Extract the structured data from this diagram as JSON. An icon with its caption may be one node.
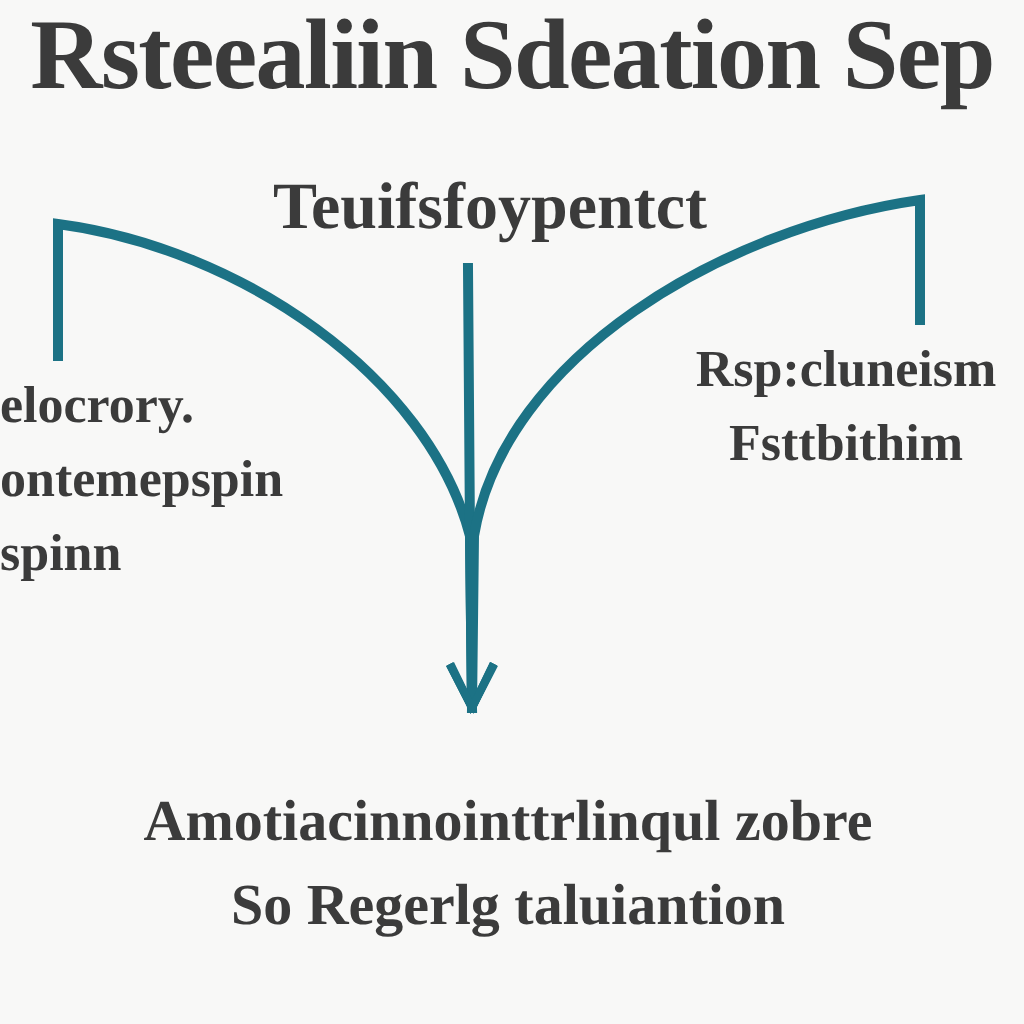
{
  "diagram": {
    "title": "Rsteealiin Sdeation Sep",
    "nodes": [
      {
        "text": [
          "Teuifsfoypentct"
        ]
      },
      {
        "text": [
          "elocrory. ontemepspin spinn"
        ]
      },
      {
        "text": [
          "Rsp:cluneism Fsttbithim"
        ]
      },
      {
        "text": [
          "Amotiacinnointtrlinqul zobre So Regerlg taluiantion"
        ]
      }
    ],
    "edges": [
      {
        "from": 1,
        "to": 3,
        "arrow": "to"
      },
      {
        "from": 0,
        "to": 3,
        "arrow": "to"
      },
      {
        "from": 2,
        "to": 3,
        "arrow": "to"
      }
    ]
  }
}
